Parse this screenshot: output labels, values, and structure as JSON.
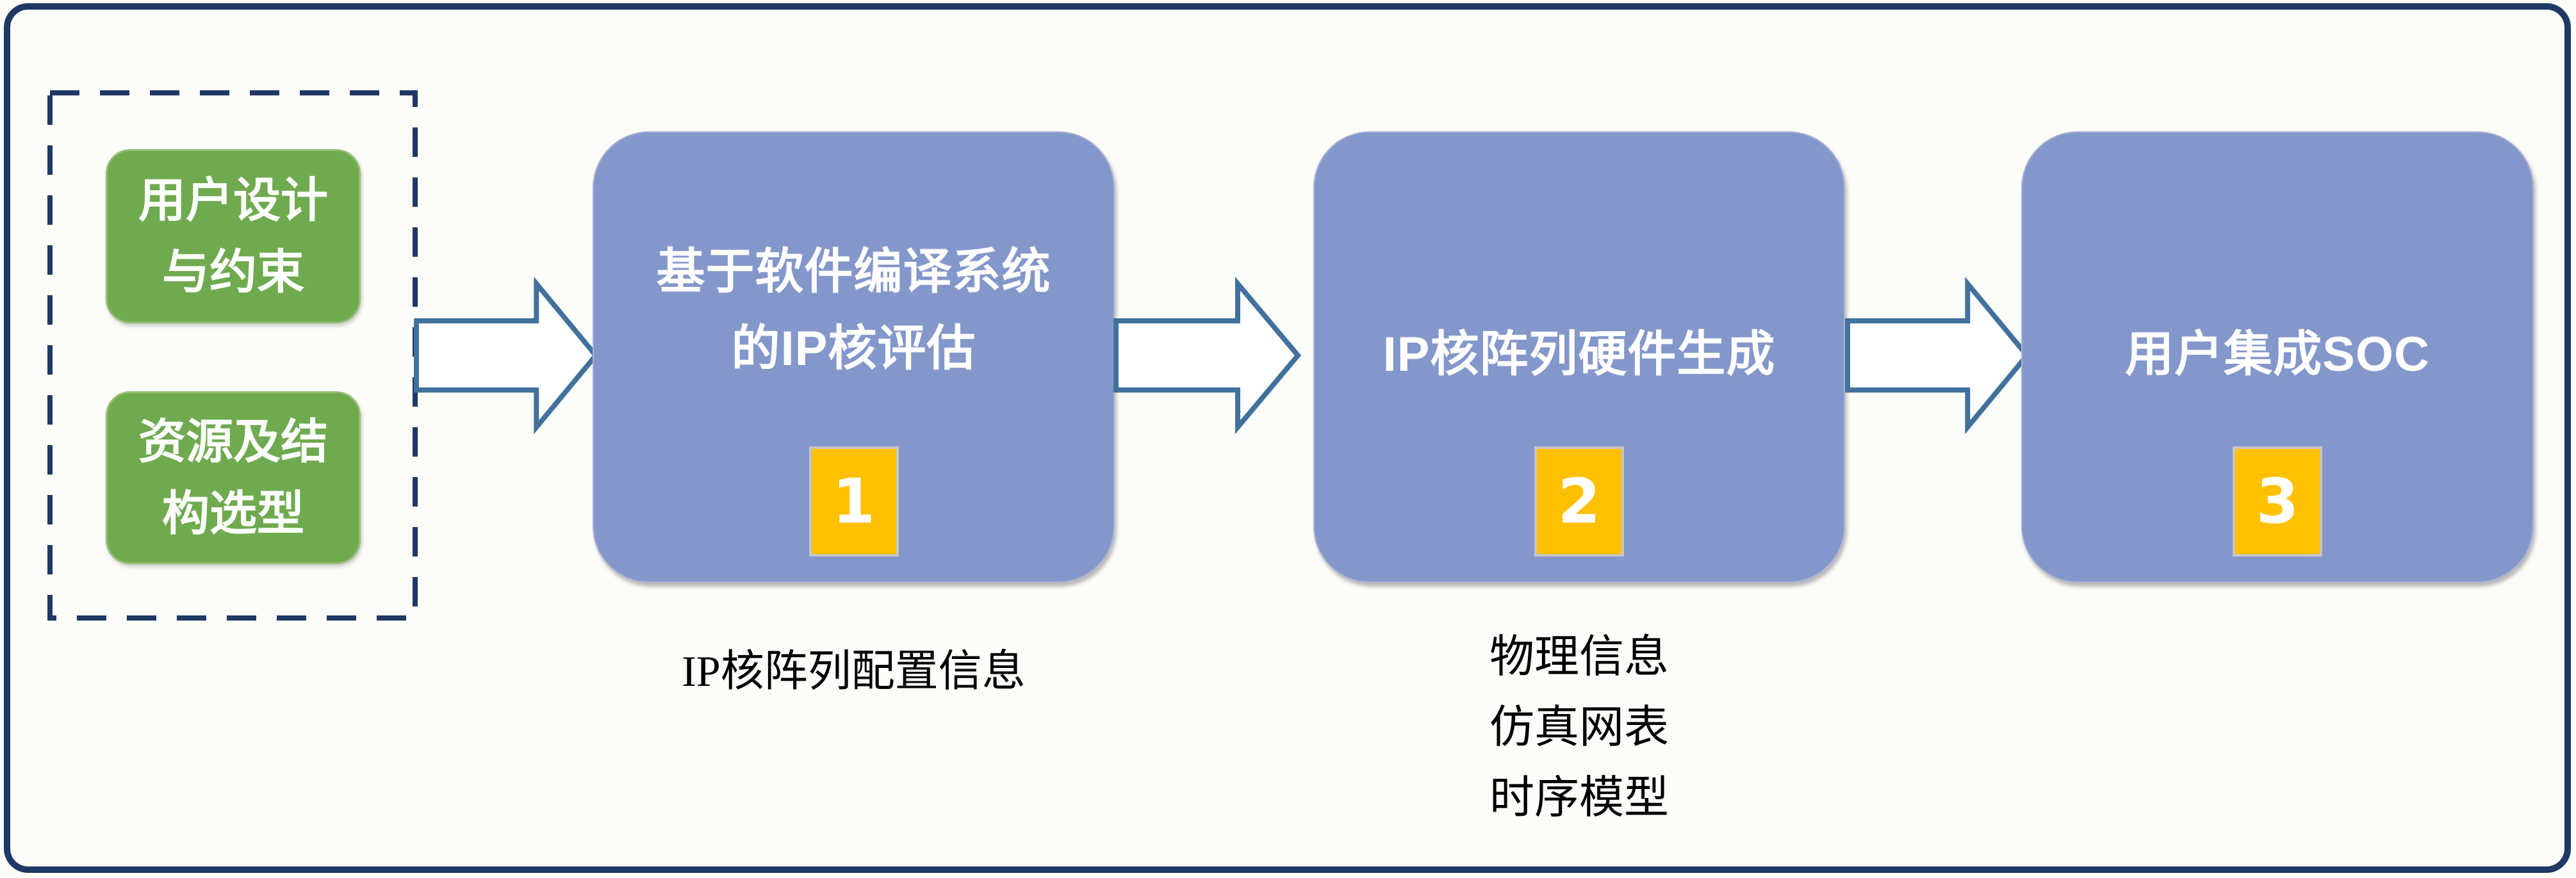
{
  "colors": {
    "frame_navy": "#1f3864",
    "stage_blue": "#8497cb",
    "input_green": "#6faa4f",
    "badge_orange": "#ffc000",
    "arrow_stroke": "#41719c",
    "label_black": "#000000",
    "box_text_white": "#ffffff"
  },
  "input_group": {
    "boxes": [
      {
        "lines": [
          "用户设计",
          "与约束"
        ]
      },
      {
        "lines": [
          "资源及结",
          "构选型"
        ]
      }
    ]
  },
  "stages": [
    {
      "badge": "1",
      "title_lines": [
        "基于软件编译系统",
        "的IP核评估"
      ],
      "outputs": [
        "IP核阵列配置信息"
      ]
    },
    {
      "badge": "2",
      "title_lines": [
        "IP核阵列硬件生成"
      ],
      "outputs": [
        "物理信息",
        "仿真网表",
        "时序模型"
      ]
    },
    {
      "badge": "3",
      "title_lines": [
        "用户集成SOC"
      ],
      "outputs": []
    }
  ]
}
